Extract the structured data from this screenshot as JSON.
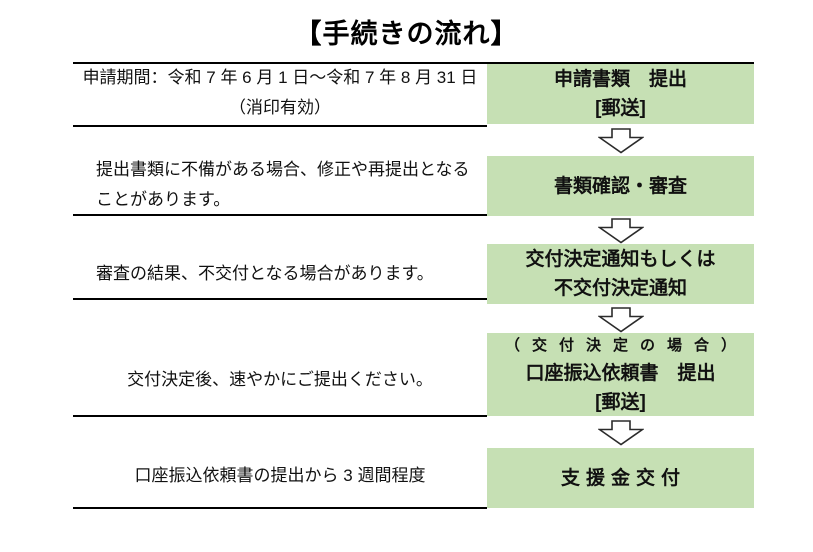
{
  "title": "【手続きの流れ】",
  "colors": {
    "box_bg": "#c6e0b4",
    "line": "#000000"
  },
  "steps": [
    {
      "note_lines": [
        "申請期間：令和 7 年 6 月 1 日～令和 7 年 8 月 31 日",
        "（消印有効）"
      ],
      "box_lines": [
        "申請書類　提出",
        "[郵送]"
      ]
    },
    {
      "note_lines": [
        "提出書類に不備がある場合、修正や再提出となる",
        "ことがあります。"
      ],
      "box_lines": [
        "書類確認・審査"
      ]
    },
    {
      "note_lines": [
        "審査の結果、不交付となる場合があります。"
      ],
      "box_lines": [
        "交付決定通知もしくは",
        "不交付決定通知"
      ]
    },
    {
      "note_lines": [
        "交付決定後、速やかにご提出ください。"
      ],
      "box_lines": [
        "（交付決定の場合）",
        "口座振込依頼書　提出",
        "[郵送]"
      ]
    },
    {
      "note_lines": [
        "口座振込依頼書の提出から 3 週間程度"
      ],
      "box_lines": [
        "支援金交付"
      ]
    }
  ]
}
